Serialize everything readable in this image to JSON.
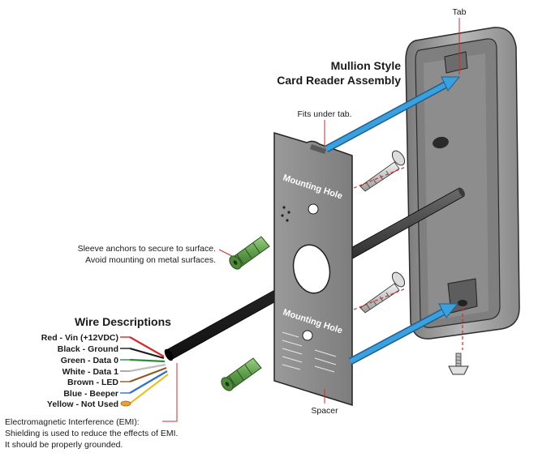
{
  "assembly_title": [
    "Mullion Style",
    "Card Reader Assembly"
  ],
  "callouts": {
    "tab": "Tab",
    "fits_under_tab": "Fits under tab.",
    "sleeve_anchors": [
      "Sleeve anchors to secure to surface.",
      "Avoid mounting on metal surfaces."
    ],
    "spacer": "Spacer",
    "emi": [
      "Electromagnetic Interference (EMI):",
      "Shielding is used to reduce the effects of EMI.",
      "It should be properly grounded."
    ]
  },
  "plate": {
    "mounting_hole_top": "Mounting Hole",
    "mounting_hole_bottom": "Mounting Hole"
  },
  "wire_title": "Wire Descriptions",
  "wires": [
    {
      "label": "Red - Vin (+12VDC)",
      "color": "#d22b2b"
    },
    {
      "label": "Black - Ground",
      "color": "#1a1a1a"
    },
    {
      "label": "Green - Data 0",
      "color": "#2e8b3e"
    },
    {
      "label": "White - Data 1",
      "color": "#ffffff"
    },
    {
      "label": "Brown - LED",
      "color": "#8b5a2b"
    },
    {
      "label": "Blue - Beeper",
      "color": "#2f6fc9"
    },
    {
      "label": "Yellow - Not Used",
      "color": "#e6c229"
    }
  ],
  "colors": {
    "arrow_blue": "#3aa0de",
    "leader_red": "#d22b2b",
    "plate_gray": "#8c8c8c",
    "housing_gray": "#9a9a9a",
    "anchor_green": "#6fae5a"
  }
}
